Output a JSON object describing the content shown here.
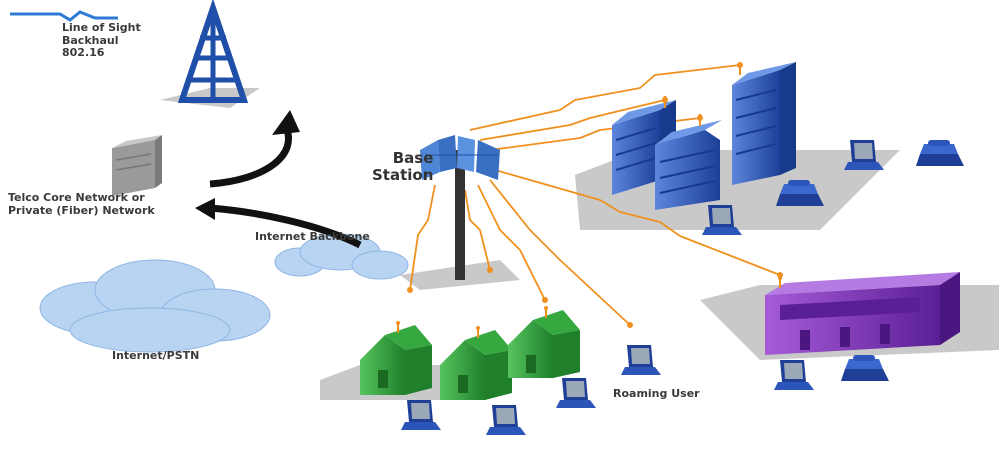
{
  "labels": {
    "line_of_sight": [
      "Line of Sight",
      "Backhaul",
      "802.16"
    ],
    "base_station": [
      "Base",
      "Station"
    ],
    "telco_core": [
      "Telco Core Network or",
      "Private (Fiber) Network"
    ],
    "internet_backbone": "Internet Backbone",
    "internet_pstn": "Internet/PSTN",
    "roaming_user": "Roaming User"
  },
  "colors": {
    "tower": "#1f4fa8",
    "building_blue": "#2b55b8",
    "house_green": "#2fa53a",
    "building_purple": "#7a2fb5",
    "wireless_link": "#f0901e",
    "cloud": "#b8d4f2",
    "arrow": "#111111"
  },
  "icons": [
    "backhaul-tower-icon",
    "server-icon",
    "base-station-icon",
    "lightning-icon",
    "office-building-icon",
    "house-icon",
    "laptop-icon",
    "telephone-icon",
    "cloud-icon",
    "antenna-icon"
  ]
}
